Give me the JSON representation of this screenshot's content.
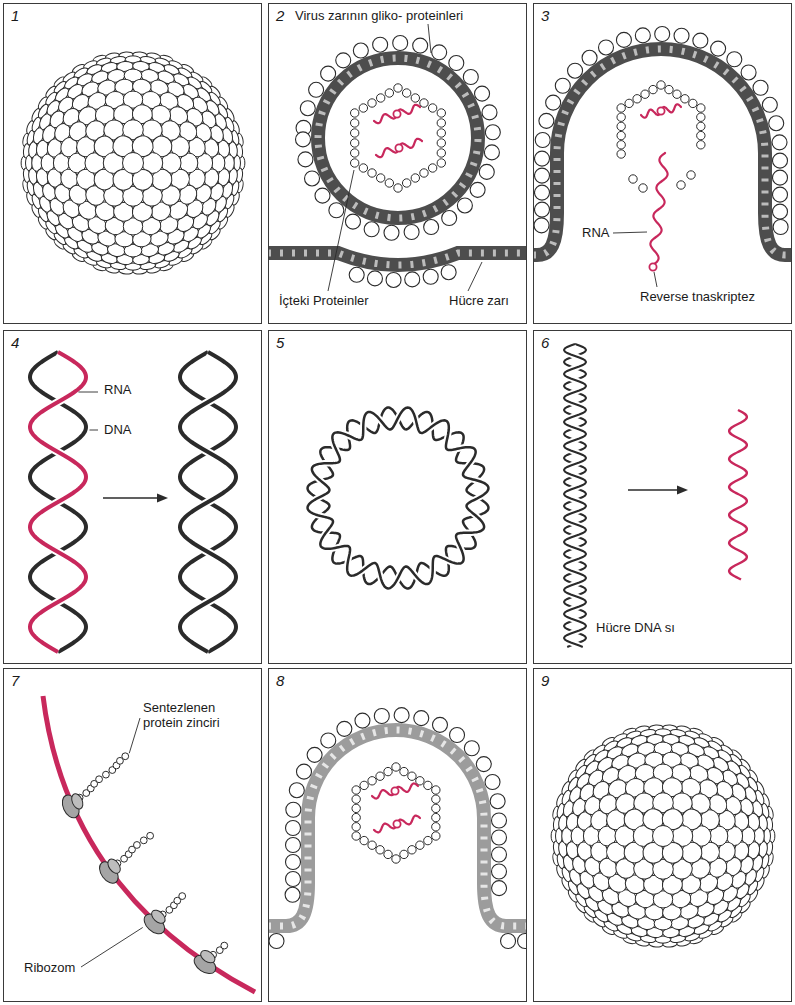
{
  "diagram": {
    "nodes": [
      {
        "text": [
          "1"
        ]
      },
      {
        "text": [
          "2",
          "Virus zarının gliko- proteinleri",
          "İçteki Proteinler",
          "Hücre zarı"
        ]
      },
      {
        "text": [
          "3",
          "RNA",
          "Reverse tnaskriptez"
        ]
      },
      {
        "text": [
          "4",
          "RNA",
          "DNA"
        ]
      },
      {
        "text": [
          "5"
        ]
      },
      {
        "text": [
          "6",
          "Hücre DNA sı"
        ]
      },
      {
        "text": [
          "7",
          "Sentezlenen protein zinciri",
          "Ribozom"
        ]
      },
      {
        "text": [
          "8"
        ]
      },
      {
        "text": [
          "9"
        ]
      }
    ]
  }
}
